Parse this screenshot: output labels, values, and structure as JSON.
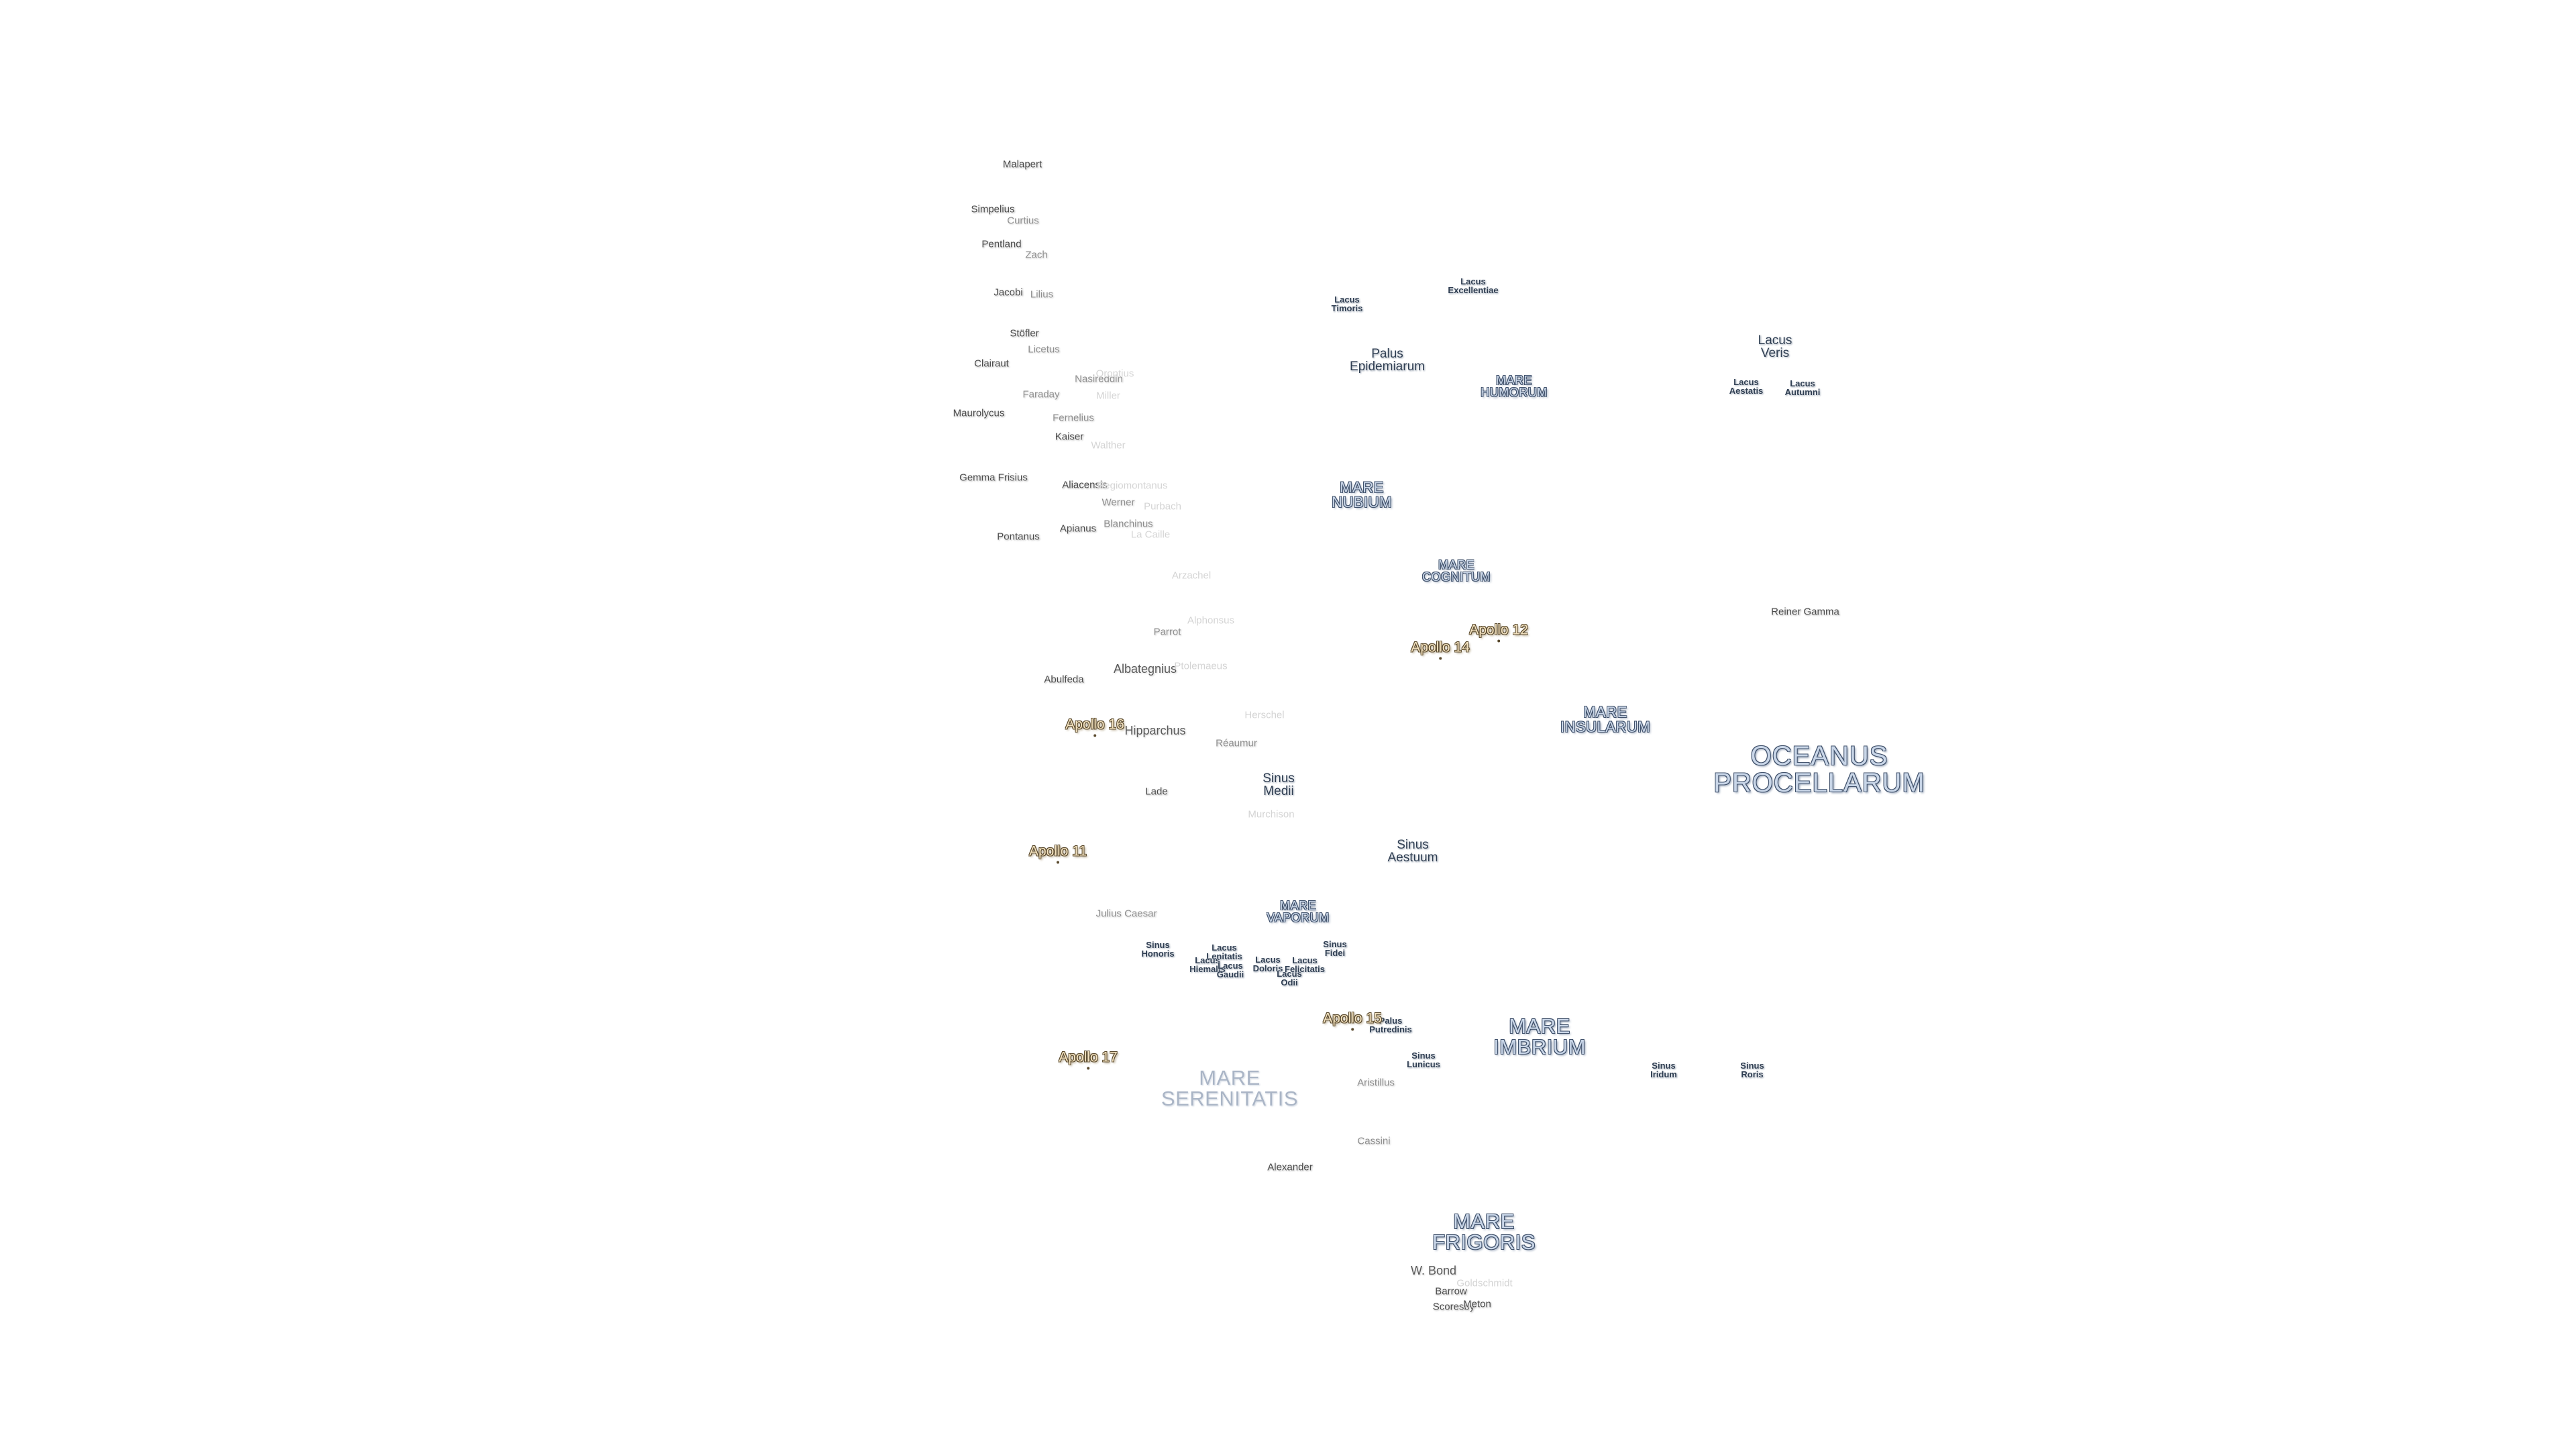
{
  "map": {
    "labels": [
      {
        "text": "Malapert",
        "kind": "crater"
      },
      {
        "text": "Simpelius",
        "kind": "crater"
      },
      {
        "text": "Curtius",
        "kind": "crater faded"
      },
      {
        "text": "Pentland",
        "kind": "crater"
      },
      {
        "text": "Zach",
        "kind": "crater faded"
      },
      {
        "text": "Jacobi",
        "kind": "crater"
      },
      {
        "text": "Lilius",
        "kind": "crater faded"
      },
      {
        "text": "Stöfler",
        "kind": "crater"
      },
      {
        "text": "Licetus",
        "kind": "crater faded"
      },
      {
        "text": "Clairaut",
        "kind": "crater"
      },
      {
        "text": "Nasireddin",
        "kind": "crater faded"
      },
      {
        "text": "Orontius",
        "kind": "crater ghost"
      },
      {
        "text": "Miller",
        "kind": "crater ghost"
      },
      {
        "text": "Faraday",
        "kind": "crater faded"
      },
      {
        "text": "Maurolycus",
        "kind": "crater"
      },
      {
        "text": "Fernelius",
        "kind": "crater faded"
      },
      {
        "text": "Kaiser",
        "kind": "crater"
      },
      {
        "text": "Walther",
        "kind": "crater ghost"
      },
      {
        "text": "Gemma Frisius",
        "kind": "crater"
      },
      {
        "text": "Aliacensis",
        "kind": "crater"
      },
      {
        "text": "Regiomontanus",
        "kind": "crater ghost"
      },
      {
        "text": "Werner",
        "kind": "crater faded"
      },
      {
        "text": "Purbach",
        "kind": "crater ghost"
      },
      {
        "text": "Pontanus",
        "kind": "crater"
      },
      {
        "text": "Apianus",
        "kind": "crater"
      },
      {
        "text": "Blanchinus",
        "kind": "crater faded"
      },
      {
        "text": "La Caille",
        "kind": "crater ghost"
      },
      {
        "text": "Arzachel",
        "kind": "crater ghost"
      },
      {
        "text": "Alphonsus",
        "kind": "crater ghost"
      },
      {
        "text": "Parrot",
        "kind": "crater faded"
      },
      {
        "text": "Abulfeda",
        "kind": "crater"
      },
      {
        "text": "Albategnius",
        "kind": "crater faded mid"
      },
      {
        "text": "Ptolemaeus",
        "kind": "crater ghost"
      },
      {
        "text": "Herschel",
        "kind": "crater ghost"
      },
      {
        "text": "Hipparchus",
        "kind": "crater faded mid"
      },
      {
        "text": "Réaumur",
        "kind": "crater faded"
      },
      {
        "text": "Lade",
        "kind": "crater"
      },
      {
        "text": "Murchison",
        "kind": "crater ghost"
      },
      {
        "text": "Julius Caesar",
        "kind": "crater faded"
      },
      {
        "text": "Aristillus",
        "kind": "crater faded"
      },
      {
        "text": "Cassini",
        "kind": "crater faded"
      },
      {
        "text": "Alexander",
        "kind": "crater"
      },
      {
        "text": "W. Bond",
        "kind": "crater faded mid"
      },
      {
        "text": "Barrow",
        "kind": "crater"
      },
      {
        "text": "Scoresby",
        "kind": "crater"
      },
      {
        "text": "Goldschmidt",
        "kind": "crater ghost"
      },
      {
        "text": "Meton",
        "kind": "crater"
      },
      {
        "text": "Reiner Gamma",
        "kind": "crater"
      },
      {
        "text": "Lacus|Timoris",
        "kind": "lacus"
      },
      {
        "text": "Lacus|Excellentiae",
        "kind": "lacus"
      },
      {
        "text": "Lacus|Veris",
        "kind": "lacus big"
      },
      {
        "text": "Lacus|Aestatis",
        "kind": "lacus"
      },
      {
        "text": "Lacus|Autumni",
        "kind": "lacus"
      },
      {
        "text": "Palus|Epidemiarum",
        "kind": "lacus big"
      },
      {
        "text": "Sinus|Medii",
        "kind": "lacus big"
      },
      {
        "text": "Sinus|Aestuum",
        "kind": "lacus big"
      },
      {
        "text": "Sinus|Honoris",
        "kind": "lacus"
      },
      {
        "text": "Lacus|Lenitatis",
        "kind": "lacus"
      },
      {
        "text": "Lacus|Hiemalis",
        "kind": "lacus"
      },
      {
        "text": "Lacus|Gaudii",
        "kind": "lacus"
      },
      {
        "text": "Lacus|Doloris",
        "kind": "lacus"
      },
      {
        "text": "Lacus|Odii",
        "kind": "lacus"
      },
      {
        "text": "Lacus|Felicitatis",
        "kind": "lacus"
      },
      {
        "text": "Sinus|Fidei",
        "kind": "lacus"
      },
      {
        "text": "Palus|Putredinis",
        "kind": "lacus"
      },
      {
        "text": "Sinus|Lunicus",
        "kind": "lacus"
      },
      {
        "text": "Sinus|Iridum",
        "kind": "lacus"
      },
      {
        "text": "Sinus|Roris",
        "kind": "lacus"
      },
      {
        "text": "MARE|NUBIUM",
        "kind": "mare"
      },
      {
        "text": "MARE|HUMORUM",
        "kind": "mare sm"
      },
      {
        "text": "MARE|COGNITUM",
        "kind": "mare sm"
      },
      {
        "text": "MARE|INSULARUM",
        "kind": "mare"
      },
      {
        "text": "OCEANUS|PROCELLARUM",
        "kind": "mare xl"
      },
      {
        "text": "MARE|VAPORUM",
        "kind": "mare sm"
      },
      {
        "text": "MARE|IMBRIUM",
        "kind": "mare lg"
      },
      {
        "text": "MARE|SERENITATIS",
        "kind": "mare lg pale"
      },
      {
        "text": "MARE|FRIGORIS",
        "kind": "mare lg"
      },
      {
        "text": "Apollo 12",
        "kind": "apollo"
      },
      {
        "text": "Apollo 14",
        "kind": "apollo"
      },
      {
        "text": "Apollo 16",
        "kind": "apollo"
      },
      {
        "text": "Apollo 11",
        "kind": "apollo"
      },
      {
        "text": "Apollo 15",
        "kind": "apollo"
      },
      {
        "text": "Apollo 17",
        "kind": "apollo"
      }
    ]
  }
}
